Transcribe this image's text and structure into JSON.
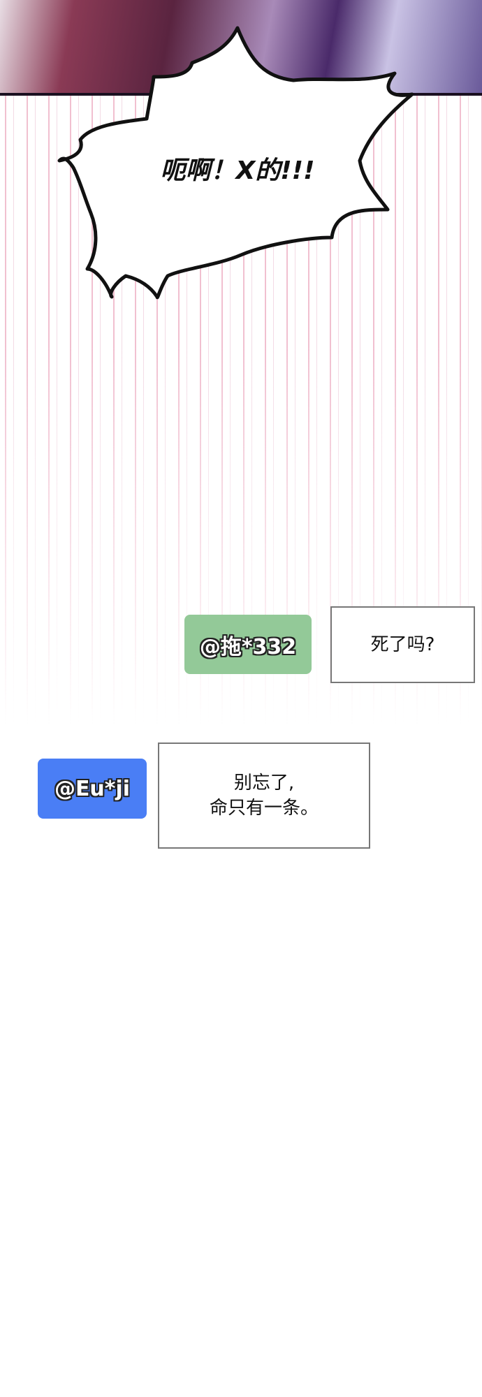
{
  "panel": {
    "shout": "呃啊！X的!!!"
  },
  "chat": [
    {
      "user": "@拖*332",
      "message": "死了吗?",
      "tag_color": "#93c998"
    },
    {
      "user": "@Eu*ji",
      "message_lines": [
        "别忘了,",
        "命只有一条。"
      ],
      "tag_color": "#4a7ef5"
    }
  ]
}
